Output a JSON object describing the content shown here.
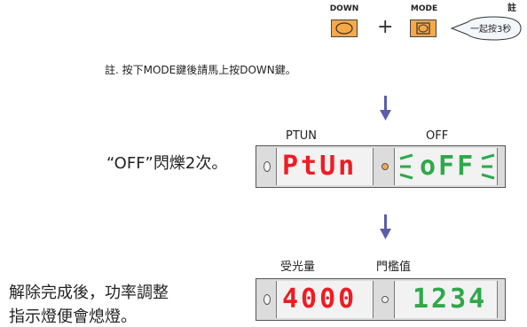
{
  "keys": {
    "down_label": "DOWN",
    "mode_label": "MODE",
    "plus": "+",
    "note_small": "註",
    "bubble_text": "一起按3秒"
  },
  "note": "註. 按下MODE鍵後請馬上按DOWN鍵。",
  "step2": {
    "side_text": "“OFF”閃爍2次。",
    "label_left": "PTUN",
    "label_right": "OFF",
    "red_display": "PtUn",
    "green_display": "oFF"
  },
  "step3": {
    "side_text_line1": "解除完成後，功率調整",
    "side_text_line2": "指示燈便會熄燈。",
    "label_left": "受光量",
    "label_right": "門檻值",
    "red_display": "4000",
    "green_display": "1234"
  },
  "colors": {
    "key_orange": "#f7a94a",
    "arrow": "#5b5fa8",
    "red_segment": "#ee1c25",
    "green_segment": "#2fa84a",
    "dot_orange": "#f7a94a"
  }
}
